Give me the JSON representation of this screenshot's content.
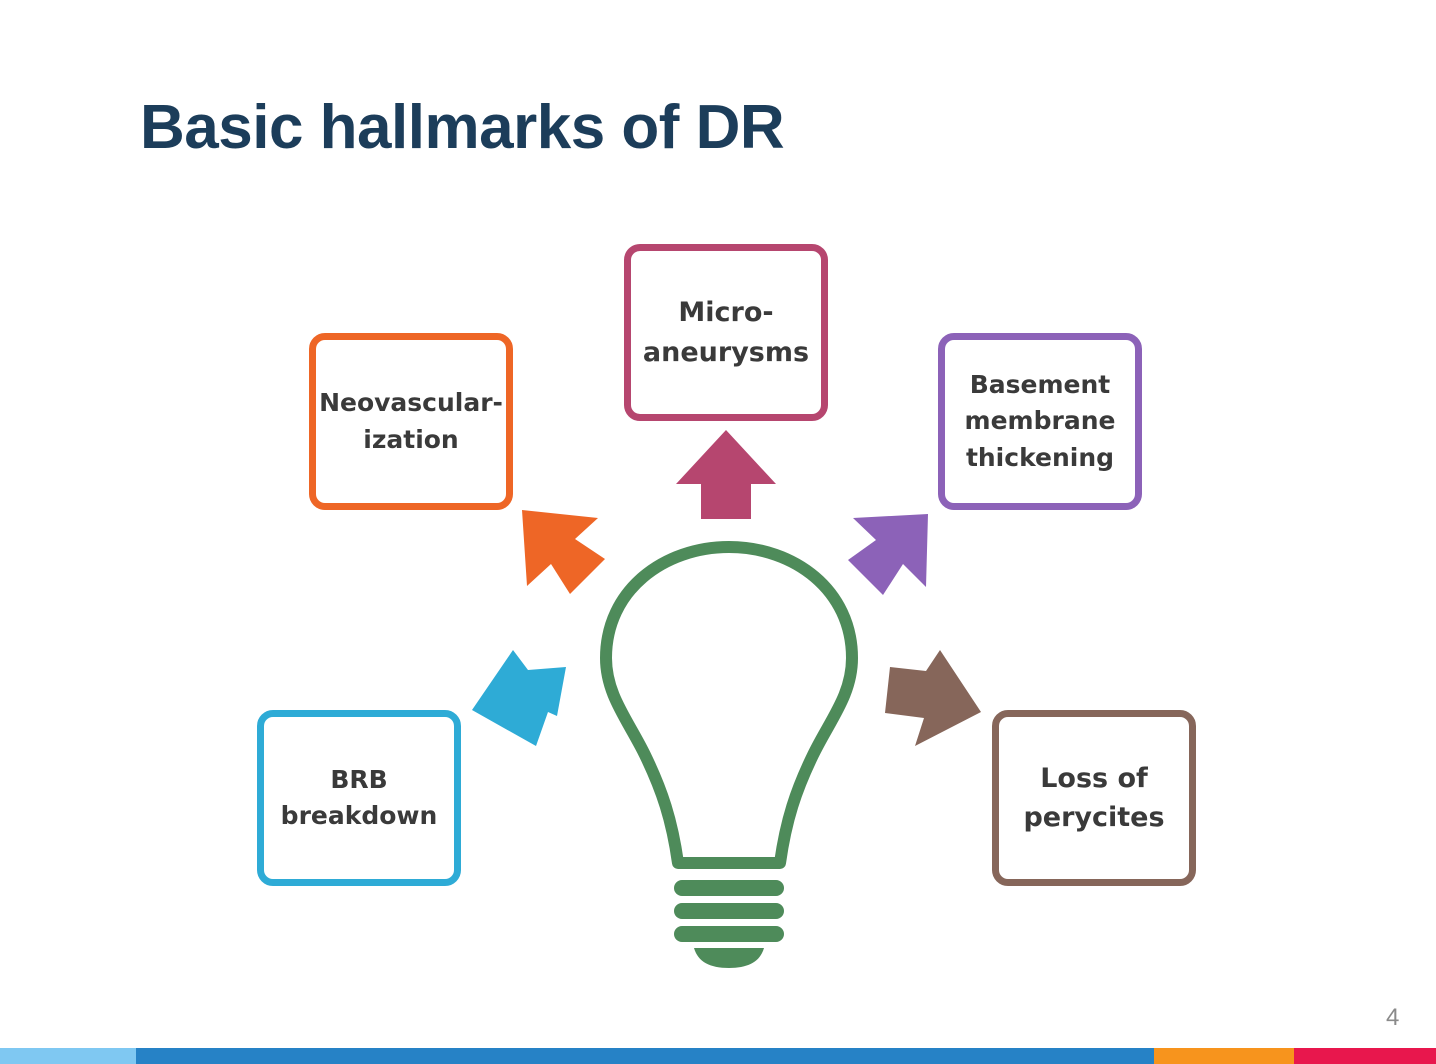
{
  "slide": {
    "title": "Basic hallmarks of DR",
    "page_number": "4"
  },
  "hallmarks": {
    "micro": {
      "line1": "Micro-",
      "line2": "aneurysms",
      "color": "#b6466f"
    },
    "neo": {
      "line1": "Neovascular-",
      "line2": "ization",
      "color": "#ee6626"
    },
    "base": {
      "line1": "Basement",
      "line2": "membrane",
      "line3": "thickening",
      "color": "#8c62b8"
    },
    "brb": {
      "line1": "BRB",
      "line2": "breakdown",
      "color": "#2eabd6"
    },
    "loss": {
      "line1": "Loss of",
      "line2": "perycites",
      "color": "#86665a"
    }
  },
  "center": {
    "icon": "lightbulb-icon",
    "color": "#4e8b5a"
  },
  "footer_colors": [
    "#7fc8f2",
    "#2682c6",
    "#f7941d",
    "#e8174d"
  ]
}
